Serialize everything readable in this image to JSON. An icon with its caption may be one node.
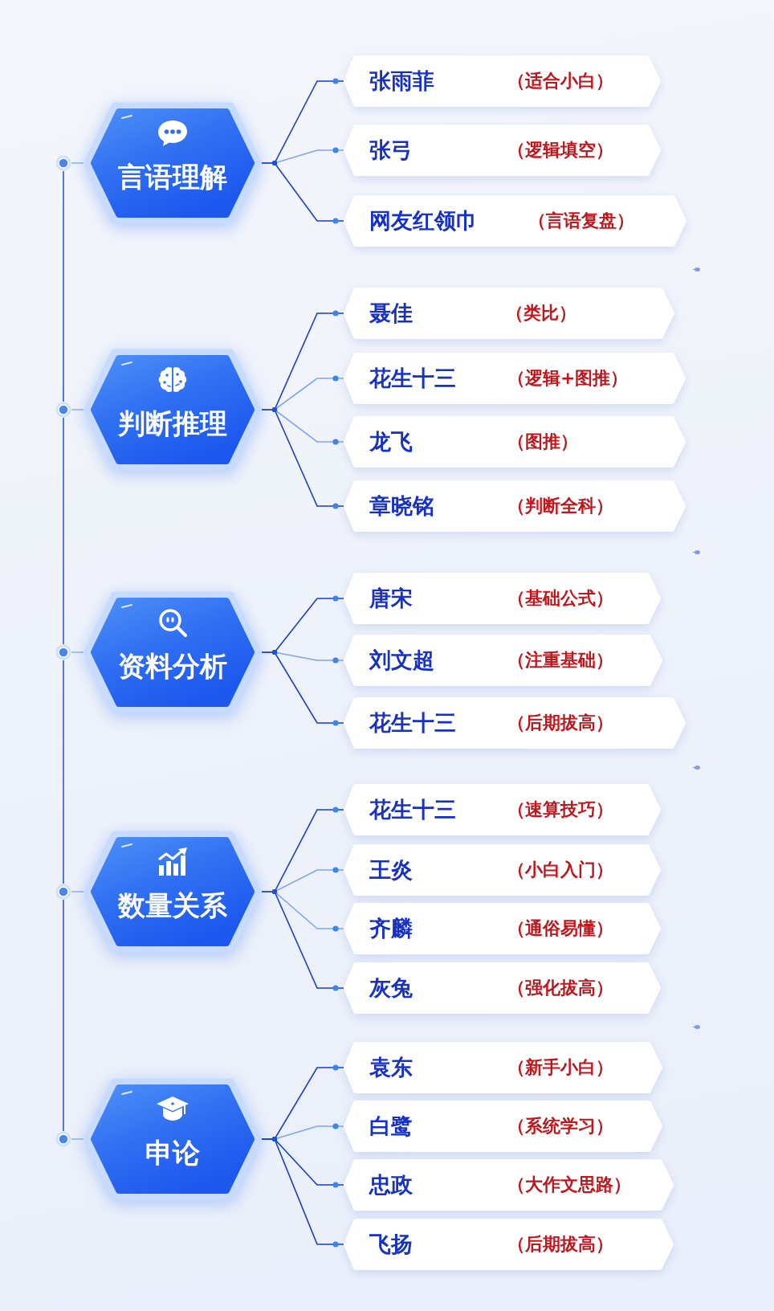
{
  "diagram": {
    "nodes": [
      {
        "text": [],
        "shape": "circle"
      },
      {
        "text": [
          "言语理解"
        ]
      },
      {
        "text": [
          "张雨菲",
          "（适合小白）"
        ]
      },
      {
        "text": [
          "张弓",
          "（逻辑填空）"
        ]
      },
      {
        "text": [
          "网友红领巾",
          "（言语复盘）"
        ]
      },
      {
        "text": [],
        "shape": "circle"
      },
      {
        "text": [
          "判断推理"
        ]
      },
      {
        "text": [
          "聂佳",
          "（类比）"
        ]
      },
      {
        "text": [
          "花生十三",
          "（逻辑+图推）"
        ]
      },
      {
        "text": [
          "龙飞",
          "（图推）"
        ]
      },
      {
        "text": [
          "章晓铭",
          "（判断全科）"
        ]
      },
      {
        "text": [],
        "shape": "circle"
      },
      {
        "text": [
          "资料分析"
        ]
      },
      {
        "text": [
          "唐宋",
          "（基础公式）"
        ]
      },
      {
        "text": [
          "刘文超",
          "（注重基础）"
        ]
      },
      {
        "text": [
          "花生十三",
          "（后期拔高）"
        ]
      },
      {
        "text": [],
        "shape": "circle"
      },
      {
        "text": [
          "数量关系"
        ]
      },
      {
        "text": [
          "花生十三",
          "（速算技巧）"
        ]
      },
      {
        "text": [
          "王炎",
          "（小白入门）"
        ]
      },
      {
        "text": [
          "齐麟",
          "（通俗易懂）"
        ]
      },
      {
        "text": [
          "灰兔",
          "（强化拔高）"
        ]
      },
      {
        "text": [],
        "shape": "circle"
      },
      {
        "text": [
          "申论"
        ]
      },
      {
        "text": [
          "袁东",
          "（新手小白）"
        ]
      },
      {
        "text": [
          "白鹭",
          "（系统学习）"
        ]
      },
      {
        "text": [
          "忠政",
          "（大作文思路）"
        ]
      },
      {
        "text": [
          "飞扬",
          "（后期拔高）"
        ]
      }
    ],
    "edges": [
      {
        "from": 0,
        "to": 5,
        "arrow": "none"
      },
      {
        "from": 5,
        "to": 11,
        "arrow": "none"
      },
      {
        "from": 11,
        "to": 16,
        "arrow": "none"
      },
      {
        "from": 16,
        "to": 22,
        "arrow": "none"
      },
      {
        "from": 0,
        "to": 1,
        "arrow": "none",
        "color": "#8fb6f6"
      },
      {
        "from": 5,
        "to": 6,
        "arrow": "none",
        "color": "#8fb6f6"
      },
      {
        "from": 11,
        "to": 12,
        "arrow": "none",
        "color": "#8fb6f6"
      },
      {
        "from": 16,
        "to": 17,
        "arrow": "none",
        "color": "#8fb6f6"
      },
      {
        "from": 22,
        "to": 23,
        "arrow": "none",
        "color": "#8fb6f6"
      },
      {
        "from": 1,
        "to": 2,
        "arrow": "other"
      },
      {
        "from": 1,
        "to": 3,
        "arrow": "other",
        "color": "#7ea5f2"
      },
      {
        "from": 1,
        "to": 4,
        "arrow": "other"
      },
      {
        "from": 6,
        "to": 7,
        "arrow": "other"
      },
      {
        "from": 6,
        "to": 8,
        "arrow": "other",
        "color": "#7ea5f2"
      },
      {
        "from": 6,
        "to": 9,
        "arrow": "other",
        "color": "#7ea5f2"
      },
      {
        "from": 6,
        "to": 10,
        "arrow": "other"
      },
      {
        "from": 12,
        "to": 13,
        "arrow": "other"
      },
      {
        "from": 12,
        "to": 14,
        "arrow": "other",
        "color": "#7ea5f2"
      },
      {
        "from": 12,
        "to": 15,
        "arrow": "other"
      },
      {
        "from": 17,
        "to": 18,
        "arrow": "other"
      },
      {
        "from": 17,
        "to": 19,
        "arrow": "other",
        "color": "#7ea5f2"
      },
      {
        "from": 17,
        "to": 20,
        "arrow": "other",
        "color": "#7ea5f2"
      },
      {
        "from": 17,
        "to": 21,
        "arrow": "other"
      },
      {
        "from": 23,
        "to": 24,
        "arrow": "other"
      },
      {
        "from": 23,
        "to": 25,
        "arrow": "other",
        "color": "#7ea5f2"
      },
      {
        "from": 23,
        "to": 26,
        "arrow": "other"
      },
      {
        "from": 23,
        "to": 27,
        "arrow": "other"
      }
    ]
  }
}
